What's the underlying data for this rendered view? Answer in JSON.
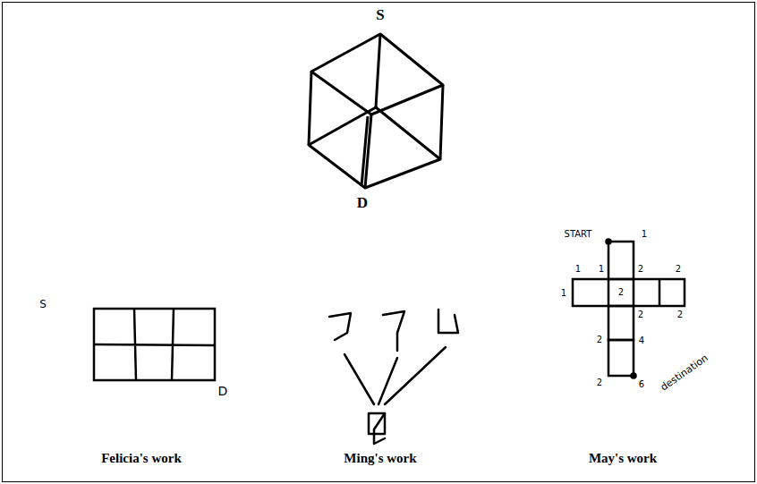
{
  "diagram": {
    "labels": [
      "S",
      "D",
      "S",
      "D",
      "START",
      "1",
      "1",
      "1",
      "2",
      "2",
      "1",
      "2",
      "2",
      "2",
      "2",
      "4",
      "2",
      "6",
      "destination",
      "Felicia's work",
      "Ming's work",
      "May's work"
    ]
  }
}
